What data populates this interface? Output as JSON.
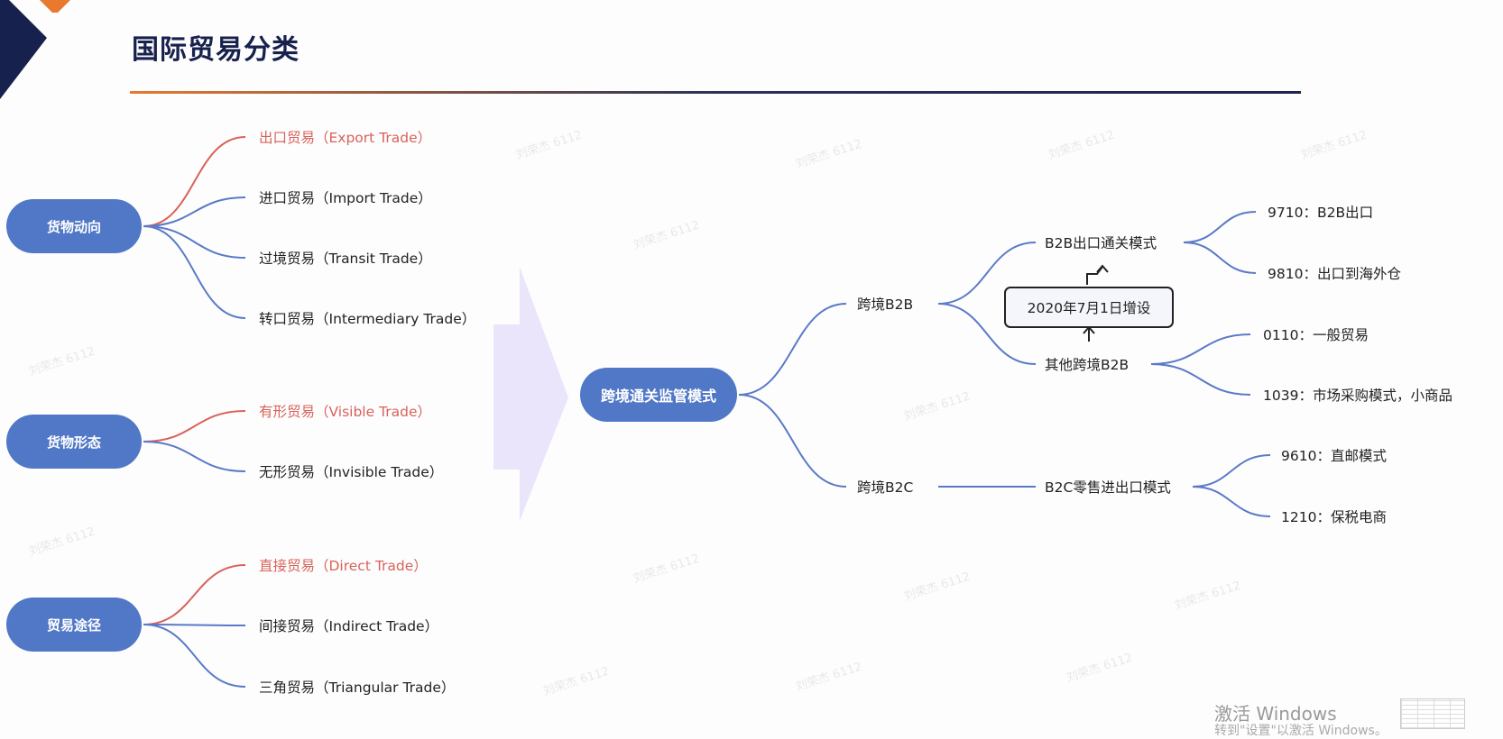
{
  "title": "国际贸易分类",
  "colors": {
    "node": "#5178c6",
    "line": "#5a7ac7",
    "highlight": "#d9625a",
    "title": "#17214d",
    "accent": "#e8792e"
  },
  "left_groups": [
    {
      "label": "货物动向",
      "items": [
        {
          "text": "出口贸易（Export Trade）",
          "highlight": true
        },
        {
          "text": "进口贸易（Import Trade）",
          "highlight": false
        },
        {
          "text": "过境贸易（Transit Trade）",
          "highlight": false
        },
        {
          "text": "转口贸易（Intermediary Trade）",
          "highlight": false
        }
      ]
    },
    {
      "label": "货物形态",
      "items": [
        {
          "text": "有形贸易（Visible Trade）",
          "highlight": true
        },
        {
          "text": "无形贸易（Invisible Trade）",
          "highlight": false
        }
      ]
    },
    {
      "label": "贸易途径",
      "items": [
        {
          "text": "直接贸易（Direct Trade）",
          "highlight": true
        },
        {
          "text": "间接贸易（Indirect Trade）",
          "highlight": false
        },
        {
          "text": "三角贸易（Triangular Trade）",
          "highlight": false
        }
      ]
    }
  ],
  "center": {
    "label": "跨境通关监管模式",
    "b2b": {
      "label": "跨境B2B",
      "export_mode": {
        "label": "B2B出口通关模式",
        "items": [
          "9710：B2B出口",
          "9810：出口到海外仓"
        ]
      },
      "other": {
        "label": "其他跨境B2B",
        "items": [
          "0110：一般贸易",
          "1039：市场采购模式，小商品"
        ]
      },
      "note": "2020年7月1日增设"
    },
    "b2c": {
      "label": "跨境B2C",
      "mode": {
        "label": "B2C零售进出口模式",
        "items": [
          "9610：直邮模式",
          "1210：保税电商"
        ]
      }
    }
  },
  "watermark": "刘荣杰 6112",
  "activation": {
    "title": "激活 Windows",
    "subtitle": "转到\"设置\"以激活 Windows。"
  }
}
